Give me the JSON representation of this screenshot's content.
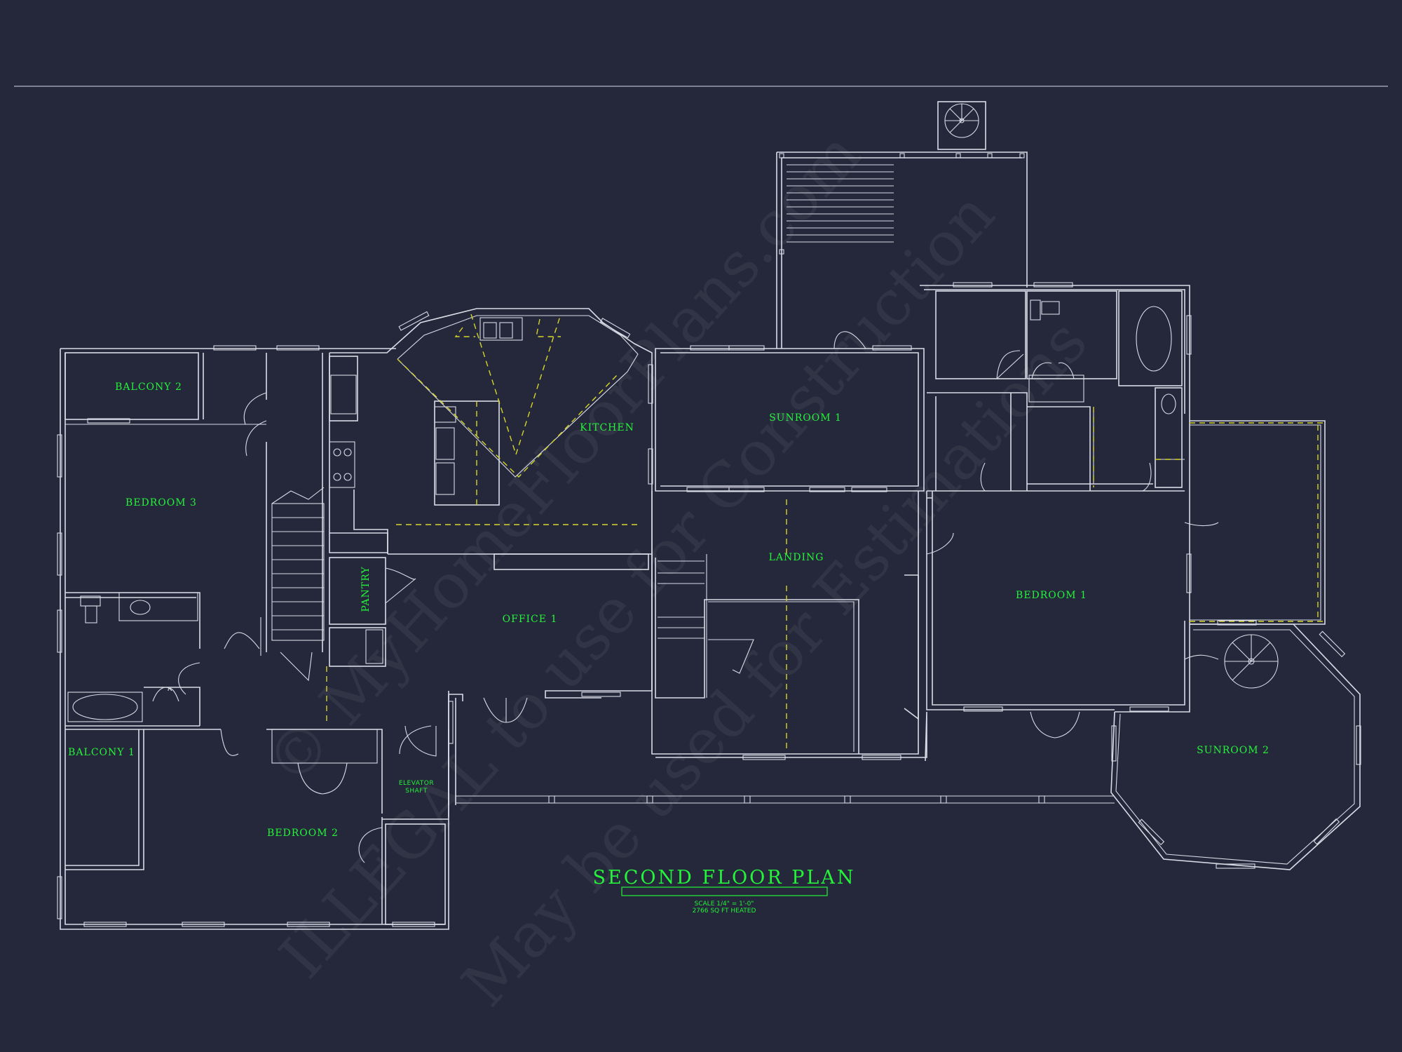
{
  "rooms": {
    "balcony_2": "BALCONY 2",
    "bedroom_3": "BEDROOM 3",
    "kitchen": "KITCHEN",
    "sunroom_1": "SUNROOM 1",
    "pantry": "PANTRY",
    "landing": "LANDING",
    "office_1": "OFFICE 1",
    "bedroom_1": "BEDROOM 1",
    "balcony_1": "BALCONY 1",
    "elevator_line1": "ELEVATOR",
    "elevator_line2": "SHAFT",
    "bedroom_2": "BEDROOM 2",
    "sunroom_2": "SUNROOM 2"
  },
  "title_block": {
    "title": "SECOND FLOOR PLAN",
    "scale": "SCALE 1/4\" = 1'-0\"",
    "area": "2766 SQ FT HEATED"
  },
  "watermark": {
    "line1": "© MyHomeFloorPlans.com",
    "line2": "ILLEGAL to use for Construction",
    "line3": "May be used for Estimations"
  },
  "colors": {
    "background": "#24283a",
    "linework": "#d9dbe6",
    "label": "#25f23a",
    "dashed_overlay": "#d5d62a"
  }
}
